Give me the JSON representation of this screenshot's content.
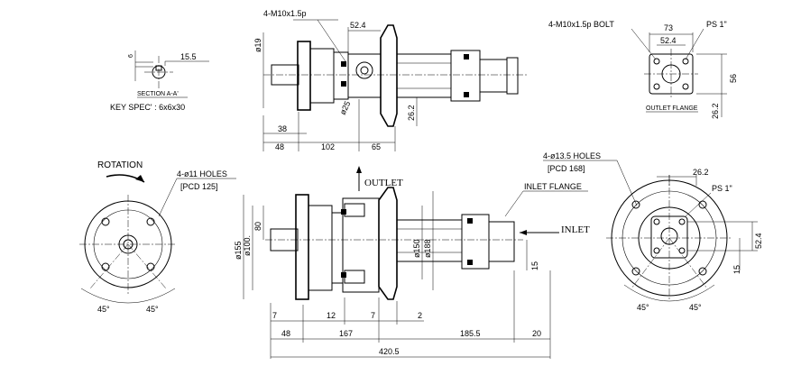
{
  "top_left_section": {
    "key_width": "6",
    "dim_depth": "15.5",
    "section_label": "SECTION A-A'",
    "key_spec": "KEY SPEC' : 6x6x30"
  },
  "top_center_view": {
    "bolt_label": "4-M10x1.5p",
    "dim_shaft": "ø19",
    "dim_52_4": "52.4",
    "dim_25": "ø25",
    "dim_26_2": "26.2",
    "dim_38": "38",
    "dim_48": "48",
    "dim_102": "102",
    "dim_65": "65"
  },
  "outlet_flange": {
    "bolt_label": "4-M10x1.5p BOLT",
    "ps_label": "PS 1\"",
    "dim_73": "73",
    "dim_52_4": "52.4",
    "dim_56": "56",
    "dim_26_2": "26.2",
    "caption": "OUTLET FLANGE"
  },
  "front_view": {
    "rotation_label": "ROTATION",
    "holes_label": "4-ø11 HOLES",
    "pcd_label": "[PCD 125]",
    "angle_left": "45°",
    "angle_right": "45°"
  },
  "main_view": {
    "outlet_label": "OUTLET",
    "inlet_label": "INLET",
    "inlet_flange_label": "INLET FLANGE",
    "dim_155": "ø155",
    "dim_100": "ø100.",
    "dim_80": "80",
    "dim_150": "ø150",
    "dim_188": "ø188",
    "dim_15": "15",
    "dim_7a": "7",
    "dim_12": "12",
    "dim_7b": "7",
    "dim_2": "2",
    "dim_48": "48",
    "dim_167": "167",
    "dim_185_5": "185.5",
    "dim_20": "20",
    "dim_total": "420.5"
  },
  "rear_view": {
    "holes_label": "4-ø13.5 HOLES",
    "pcd_label": "[PCD 168]",
    "dim_26_2": "26.2",
    "ps_label": "PS 1\"",
    "dim_52_4": "52.4",
    "dim_15": "15",
    "angle_left": "45°",
    "angle_right": "45°"
  }
}
